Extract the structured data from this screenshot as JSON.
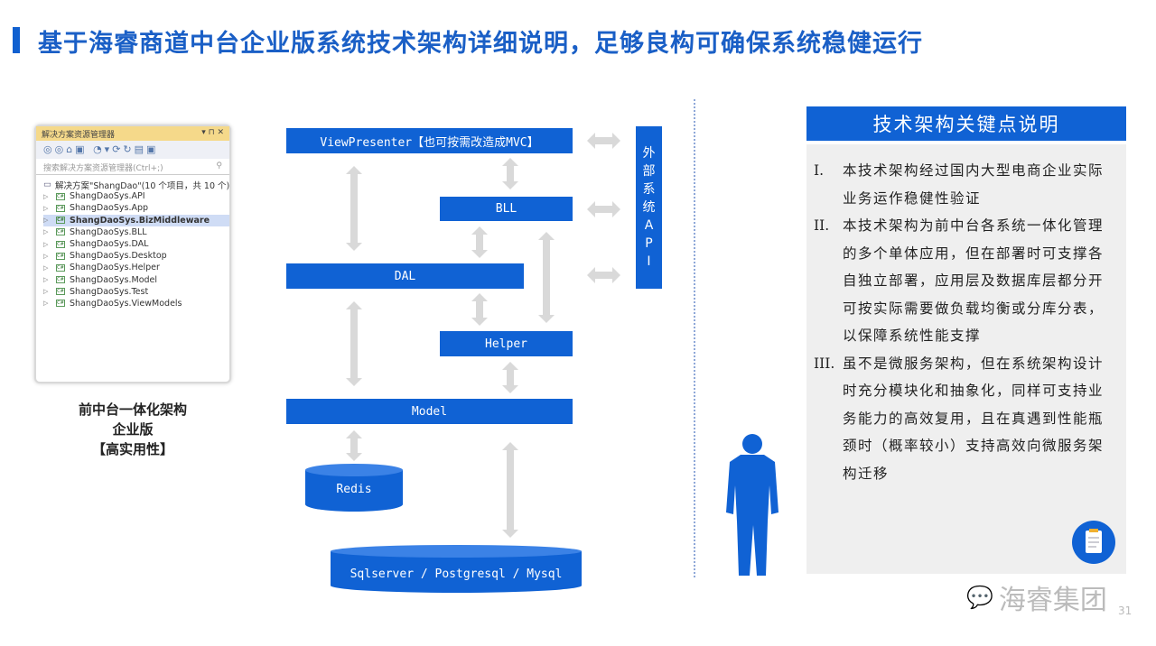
{
  "title": "基于海睿商道中台企业版系统技术架构详细说明，足够良构可确保系统稳健运行",
  "solution_explorer": {
    "header": "解决方案资源管理器",
    "header_controls": "▾ ⊓ ✕",
    "toolbar": "◎◎⌂▣ ◔▾⟳↻▤▣",
    "search_placeholder": "搜索解决方案资源管理器(Ctrl+;)",
    "solution": "解决方案\"ShangDao\"(10 个项目，共 10 个)",
    "projects": [
      "ShangDaoSys.API",
      "ShangDaoSys.App",
      "ShangDaoSys.BizMiddleware",
      "ShangDaoSys.BLL",
      "ShangDaoSys.DAL",
      "ShangDaoSys.Desktop",
      "ShangDaoSys.Helper",
      "ShangDaoSys.Model",
      "ShangDaoSys.Test",
      "ShangDaoSys.ViewModels"
    ]
  },
  "caption": [
    "前中台一体化架构",
    "企业版",
    "【高实用性】"
  ],
  "diagram": {
    "view": "ViewPresenter【也可按需改造成MVC】",
    "bll": "BLL",
    "dal": "DAL",
    "helper": "Helper",
    "model": "Model",
    "redis": "Redis",
    "db": "Sqlserver / Postgresql / Mysql",
    "external_api": [
      "外",
      "部",
      "系",
      "统",
      "A",
      "P",
      "I"
    ]
  },
  "panel": {
    "title": "技术架构关键点说明",
    "points": [
      {
        "num": "I.",
        "text": "本技术架构经过国内大型电商企业实际业务运作稳健性验证"
      },
      {
        "num": "II.",
        "text": "本技术架构为前中台各系统一体化管理的多个单体应用，但在部署时可支撑各自独立部署，应用层及数据库层都分开可按实际需要做负载均衡或分库分表，以保障系统性能支撑"
      },
      {
        "num": "III.",
        "text": "虽不是微服务架构，但在系统架构设计时充分模块化和抽象化，同样可支持业务能力的高效复用，且在真遇到性能瓶颈时（概率较小）支持高效向微服务架构迁移"
      }
    ]
  },
  "watermark": "海睿集团",
  "page_number": "31",
  "colors": {
    "accent": "#1062d4",
    "arrow": "#d9d9d9"
  }
}
